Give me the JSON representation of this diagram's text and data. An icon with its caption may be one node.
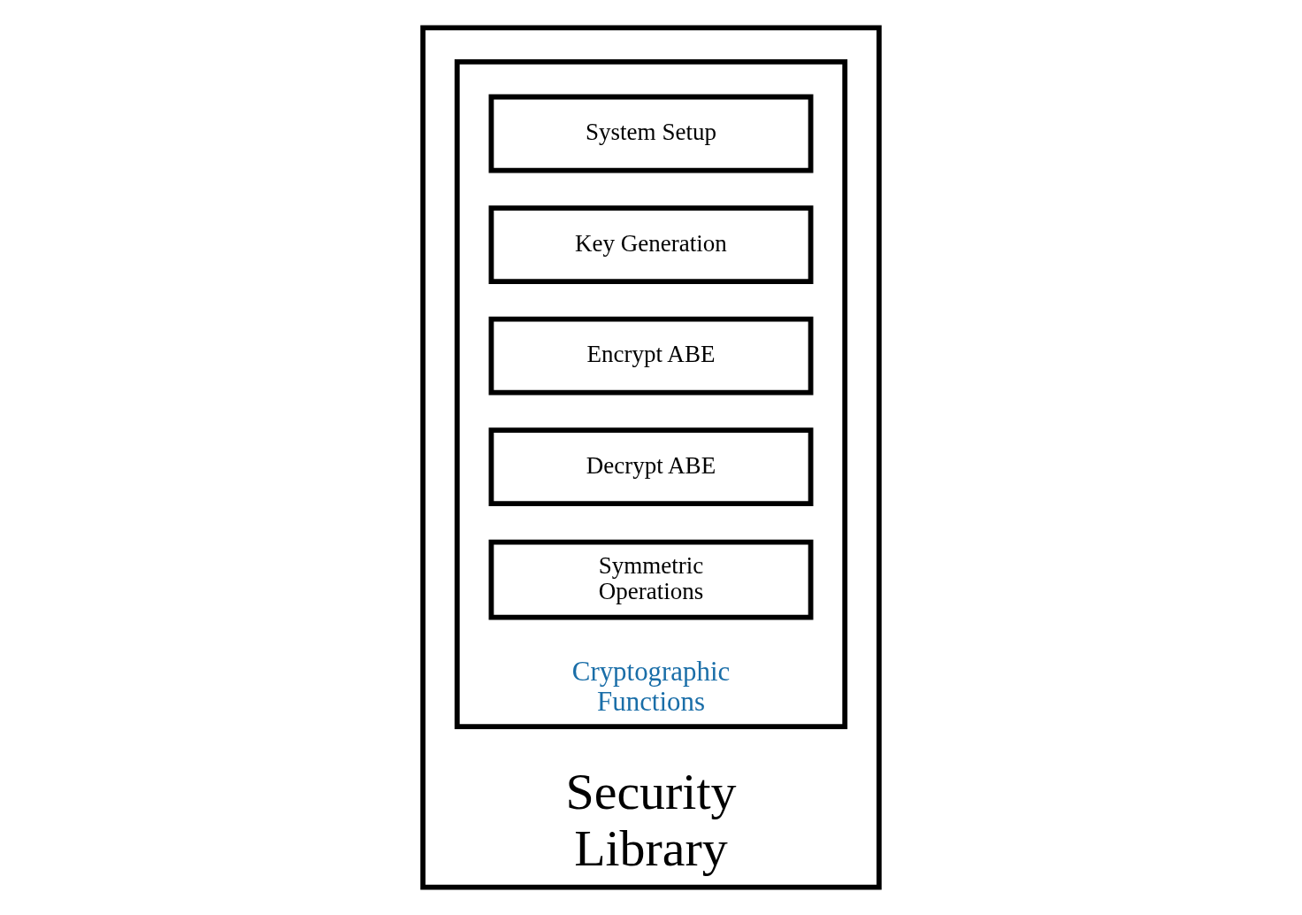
{
  "diagram": {
    "nodes": [
      {
        "text": [
          "Security Library"
        ]
      },
      {
        "text": [
          "Cryptographic Functions"
        ],
        "in": 0
      },
      {
        "text": [
          "System Setup"
        ],
        "in": 1
      },
      {
        "text": [
          "Key Generation"
        ],
        "in": 1
      },
      {
        "text": [
          "Encrypt ABE"
        ],
        "in": 1
      },
      {
        "text": [
          "Decrypt ABE"
        ],
        "in": 1
      },
      {
        "text": [
          "Symmetric Operations"
        ],
        "in": 1
      }
    ]
  }
}
